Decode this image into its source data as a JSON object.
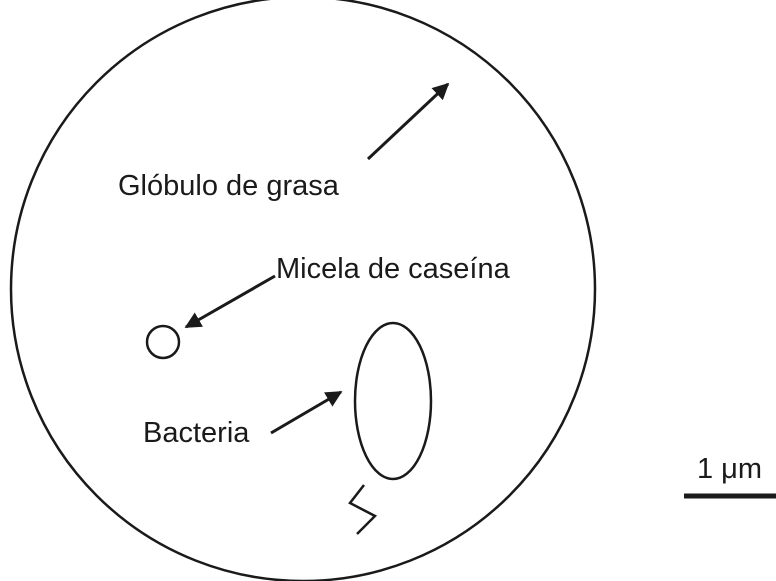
{
  "labels": {
    "fat_globule": "Glóbulo de grasa",
    "casein_micelle": "Micela de caseína",
    "bacteria": "Bacteria"
  },
  "scale_bar": {
    "label": "1 μm"
  },
  "colors": {
    "ink": "#1a1a1a",
    "background": "#ffffff"
  }
}
